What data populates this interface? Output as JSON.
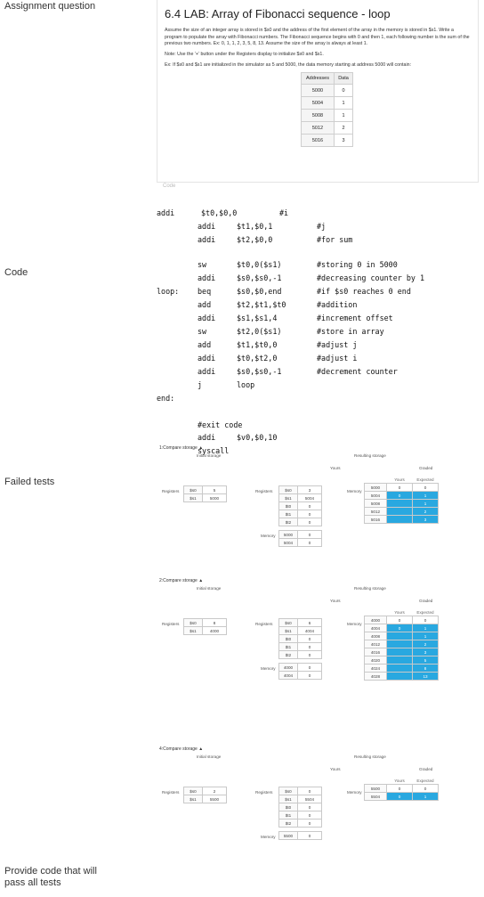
{
  "side_labels": {
    "assignment": "Assignment question",
    "code": "Code",
    "failed": "Failed tests",
    "provide_line1": "Provide code that will",
    "provide_line2": "pass all tests"
  },
  "assignment": {
    "title": "6.4 LAB: Array of Fibonacci sequence - loop",
    "para1": "Assume the size of an integer array is stored in $s0 and the address of the first element of the array in the memory is stored in $s1. Write a program to populate the array with Fibonacci numbers. The Fibonacci sequence begins with 0 and then 1, each following number is the sum of the previous two numbers. Ex: 0, 1, 1, 2, 3, 5, 8, 13. Assume the size of the array is always at least 1.",
    "note": "Note: Use the '+' button under the Registers display to initialize $s0 and $s1.",
    "example": "Ex: If $s0 and $s1 are initialized in the simulator as 5 and 5000, the data memory starting at address 5000 will contain:",
    "table_headers": [
      "Addresses",
      "Data"
    ],
    "table_rows": [
      [
        "5000",
        "0"
      ],
      [
        "5004",
        "1"
      ],
      [
        "5008",
        "1"
      ],
      [
        "5012",
        "2"
      ],
      [
        "5016",
        "3"
      ]
    ],
    "fragment": "Code"
  },
  "code_lines": [
    {
      "label": "addi",
      "instr": "$t0,$0,0",
      "comment": "#i"
    },
    {
      "label": "",
      "instr": "addi",
      "args": "$t1,$0,1",
      "comment": "#j"
    },
    {
      "label": "",
      "instr": "addi",
      "args": "$t2,$0,0",
      "comment": "#for sum"
    },
    {
      "label": "",
      "instr": "sw",
      "args": "$t0,0($s1)",
      "comment": "#storing 0 in 5000"
    },
    {
      "label": "",
      "instr": "addi",
      "args": "$s0,$s0,-1",
      "comment": "#decreasing counter by 1"
    },
    {
      "label": "loop:",
      "instr": "beq",
      "args": "$s0,$0,end",
      "comment": "#if $s0 reaches 0 end"
    },
    {
      "label": "",
      "instr": "add",
      "args": "$t2,$t1,$t0",
      "comment": "#addition"
    },
    {
      "label": "",
      "instr": "addi",
      "args": "$s1,$s1,4",
      "comment": "#increment offset"
    },
    {
      "label": "",
      "instr": "sw",
      "args": "$t2,0($s1)",
      "comment": "#store in array"
    },
    {
      "label": "",
      "instr": "add",
      "args": "$t1,$t0,0",
      "comment": "#adjust j"
    },
    {
      "label": "",
      "instr": "addi",
      "args": "$t0,$t2,0",
      "comment": "#adjust i"
    },
    {
      "label": "",
      "instr": "addi",
      "args": "$s0,$s0,-1",
      "comment": "#decrement counter"
    },
    {
      "label": "",
      "instr": "j",
      "args": "loop",
      "comment": ""
    },
    {
      "label": "end:",
      "instr": "",
      "args": "",
      "comment": ""
    },
    {
      "label": "",
      "instr": "#exit code",
      "args": "",
      "comment": ""
    },
    {
      "label": "",
      "instr": "addi",
      "args": "$v0,$0,10",
      "comment": ""
    },
    {
      "label": "",
      "instr": "syscall",
      "args": "",
      "comment": ""
    }
  ],
  "tests": [
    {
      "header": "1:Compare storage ▲",
      "initial_label": "Initial storage",
      "resulting_label": "Resulting storage",
      "yours": "Yours",
      "graded": "Graded",
      "yours_col": "Yours",
      "expected_col": "Expected",
      "registers_label": "Registers",
      "memory_label": "Memory",
      "initial": [
        [
          "$s0",
          "5"
        ],
        [
          "$s1",
          "5000"
        ]
      ],
      "yours_regs": [
        [
          "$s0",
          "3"
        ],
        [
          "$s1",
          "5004"
        ],
        [
          "$t0",
          "0"
        ],
        [
          "$t1",
          "0"
        ],
        [
          "$t2",
          "0"
        ]
      ],
      "yours_mem": [
        [
          "5000",
          "0"
        ],
        [
          "5004",
          "0"
        ]
      ],
      "graded_rows": [
        [
          "5000",
          "0",
          "0",
          false
        ],
        [
          "5004",
          "0",
          "1",
          true
        ],
        [
          "5008",
          "",
          "1",
          true
        ],
        [
          "5012",
          "",
          "2",
          true
        ],
        [
          "5016",
          "",
          "3",
          true
        ]
      ]
    },
    {
      "header": "2:Compare storage ▲",
      "initial_label": "Initial storage",
      "resulting_label": "Resulting storage",
      "yours": "Yours",
      "graded": "Graded",
      "yours_col": "Yours",
      "expected_col": "Expected",
      "registers_label": "Registers",
      "memory_label": "Memory",
      "initial": [
        [
          "$s0",
          "8"
        ],
        [
          "$s1",
          "4000"
        ]
      ],
      "yours_regs": [
        [
          "$s0",
          "6"
        ],
        [
          "$s1",
          "4004"
        ],
        [
          "$t0",
          "0"
        ],
        [
          "$t1",
          "0"
        ],
        [
          "$t2",
          "0"
        ]
      ],
      "yours_mem": [
        [
          "4000",
          "0"
        ],
        [
          "4004",
          "0"
        ]
      ],
      "graded_rows": [
        [
          "4000",
          "0",
          "0",
          false
        ],
        [
          "4004",
          "0",
          "1",
          true
        ],
        [
          "4008",
          "",
          "1",
          true
        ],
        [
          "4012",
          "",
          "2",
          true
        ],
        [
          "4016",
          "",
          "3",
          true
        ],
        [
          "4020",
          "",
          "5",
          true
        ],
        [
          "4024",
          "",
          "8",
          true
        ],
        [
          "4028",
          "",
          "13",
          true
        ]
      ]
    },
    {
      "header": "4:Compare storage ▲",
      "initial_label": "Initial storage",
      "resulting_label": "Resulting storage",
      "yours": "Yours",
      "graded": "Graded",
      "yours_col": "Yours",
      "expected_col": "Expected",
      "registers_label": "Registers",
      "memory_label": "Memory",
      "initial": [
        [
          "$s0",
          "2"
        ],
        [
          "$s1",
          "5500"
        ]
      ],
      "yours_regs": [
        [
          "$s0",
          "0"
        ],
        [
          "$s1",
          "5504"
        ],
        [
          "$t0",
          "0"
        ],
        [
          "$t1",
          "0"
        ],
        [
          "$t2",
          "0"
        ]
      ],
      "yours_mem": [
        [
          "5500",
          "0"
        ]
      ],
      "graded_rows": [
        [
          "5500",
          "0",
          "0",
          false
        ],
        [
          "5504",
          "0",
          "1",
          true
        ]
      ]
    }
  ],
  "colors": {
    "highlight": "#29a8e0"
  }
}
